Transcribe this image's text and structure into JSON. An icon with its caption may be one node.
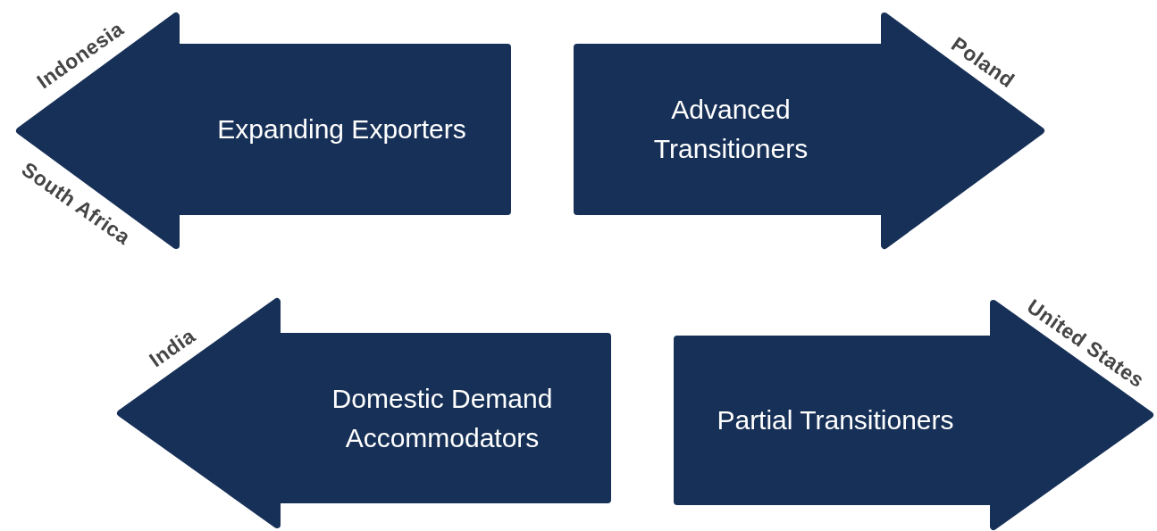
{
  "diagram": {
    "nodes": [
      {
        "text": [
          "Expanding Exporters"
        ],
        "beside": [
          "Indonesia",
          "South Africa"
        ]
      },
      {
        "text": [
          "Advanced Transitioners"
        ],
        "beside": [
          "Poland"
        ]
      },
      {
        "text": [
          "Domestic Demand Accommodators"
        ],
        "beside": [
          "India"
        ]
      },
      {
        "text": [
          "Partial Transitioners"
        ],
        "beside": [
          "United States"
        ]
      }
    ]
  }
}
